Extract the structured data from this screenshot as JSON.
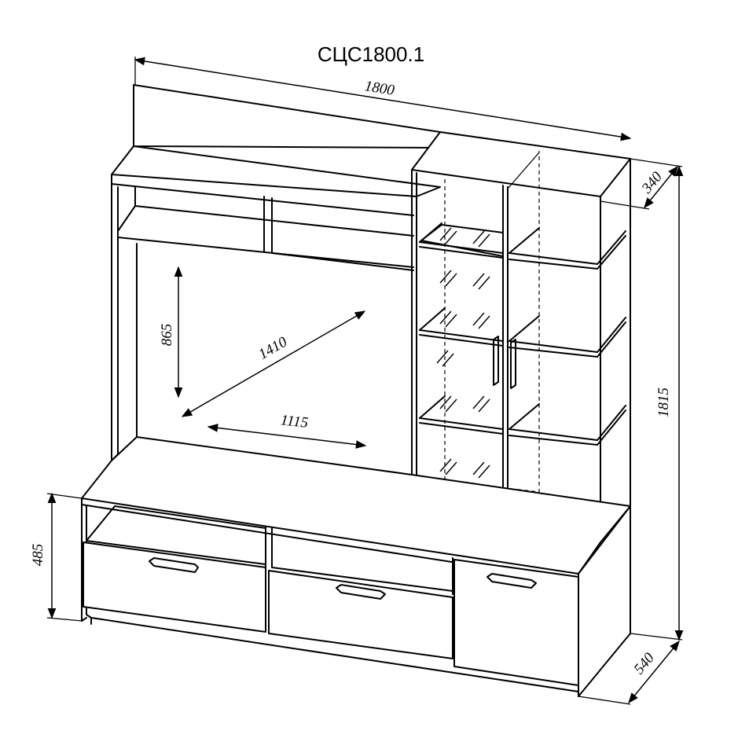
{
  "title": "СЦС1800.1",
  "dimensions": {
    "width": "1800",
    "depth_top": "340",
    "height": "1815",
    "depth_bottom": "540",
    "base_height": "485",
    "tv_height": "865",
    "tv_diagonal": "1410",
    "tv_width": "1115"
  }
}
